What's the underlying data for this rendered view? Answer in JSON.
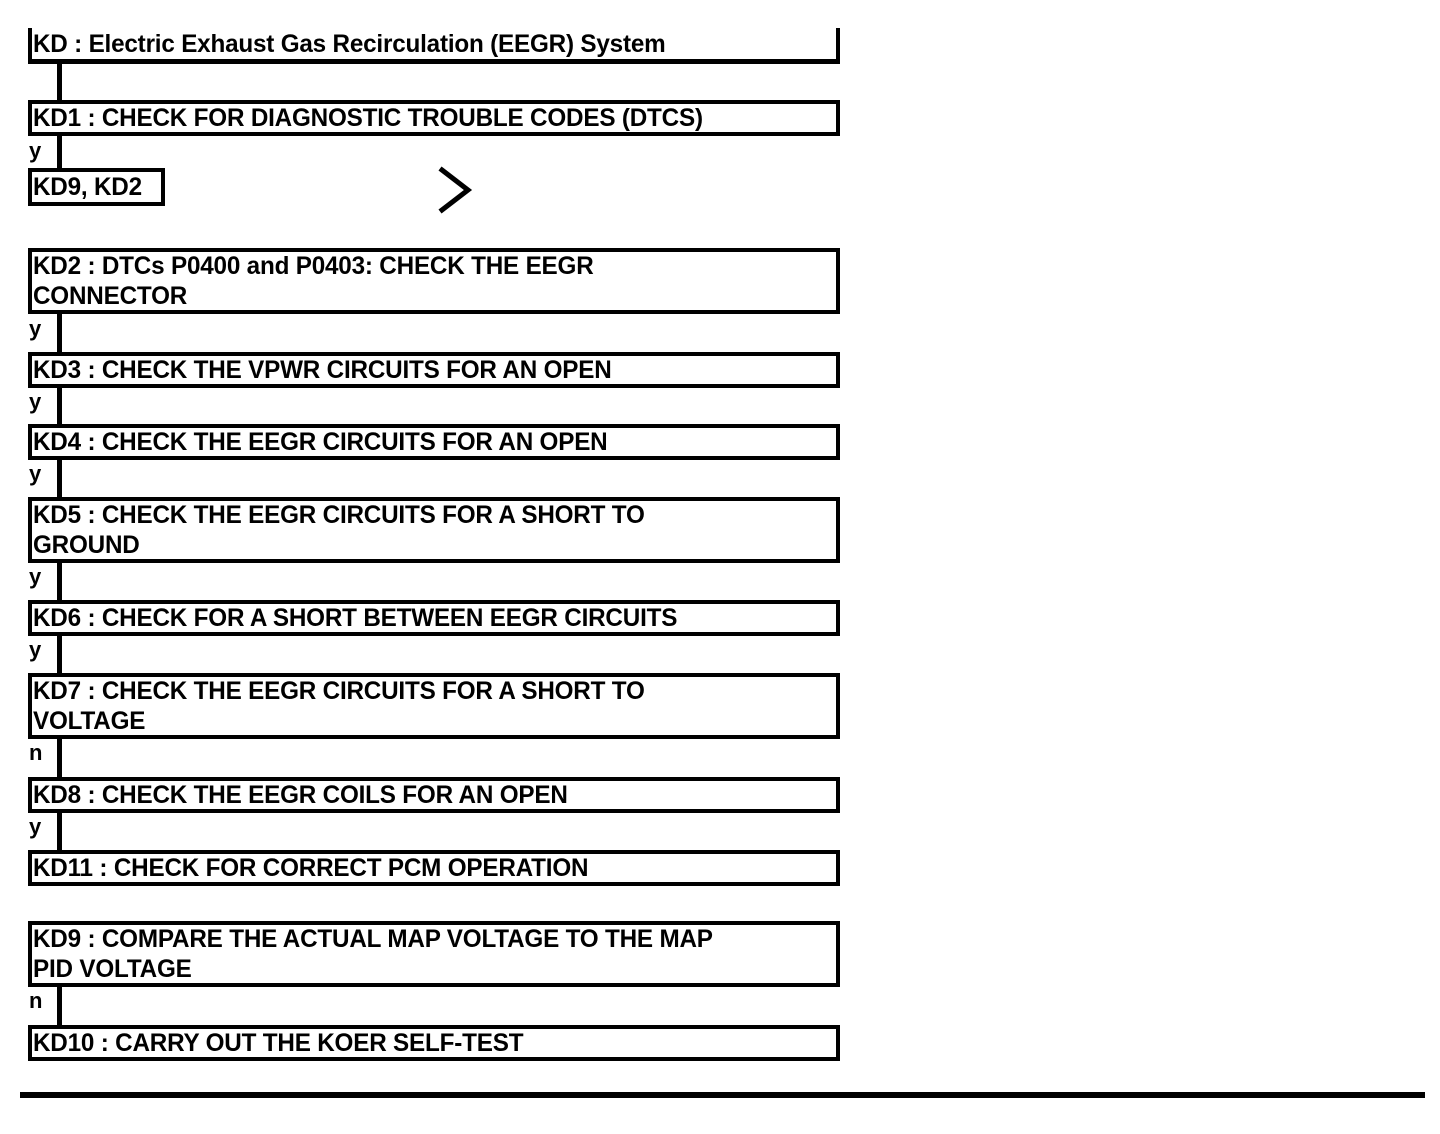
{
  "diagram": {
    "title_node": {
      "id": "KD",
      "text": "KD : Electric Exhaust Gas Recirculation (EEGR) System"
    },
    "nodes": [
      {
        "id": "KD1",
        "text": "KD1 : CHECK FOR DIAGNOSTIC TROUBLE CODES (DTCS)"
      },
      {
        "id": "KD9KD2",
        "text": "KD9, KD2"
      },
      {
        "id": "KD2",
        "text": "KD2 : DTCs P0400 and P0403: CHECK THE EEGR\nCONNECTOR"
      },
      {
        "id": "KD3",
        "text": "KD3 : CHECK THE VPWR CIRCUITS FOR AN OPEN"
      },
      {
        "id": "KD4",
        "text": "KD4 : CHECK THE EEGR CIRCUITS FOR AN OPEN"
      },
      {
        "id": "KD5",
        "text": "KD5 : CHECK THE EEGR CIRCUITS FOR A SHORT TO\nGROUND"
      },
      {
        "id": "KD6",
        "text": "KD6 : CHECK FOR A SHORT BETWEEN EEGR CIRCUITS"
      },
      {
        "id": "KD7",
        "text": "KD7 : CHECK THE EEGR CIRCUITS FOR A SHORT TO\nVOLTAGE"
      },
      {
        "id": "KD8",
        "text": "KD8 : CHECK THE EEGR COILS FOR AN OPEN"
      },
      {
        "id": "KD11",
        "text": "KD11 : CHECK FOR CORRECT PCM OPERATION"
      },
      {
        "id": "KD9",
        "text": "KD9 : COMPARE THE ACTUAL MAP VOLTAGE TO THE MAP\nPID VOLTAGE"
      },
      {
        "id": "KD10",
        "text": "KD10 : CARRY OUT THE KOER SELF-TEST"
      }
    ],
    "edges": [
      {
        "from": "KD",
        "to": "KD1",
        "label": ""
      },
      {
        "from": "KD1",
        "to": "KD9KD2",
        "label": "y"
      },
      {
        "from": "KD2",
        "to": "KD3",
        "label": "y"
      },
      {
        "from": "KD3",
        "to": "KD4",
        "label": "y"
      },
      {
        "from": "KD4",
        "to": "KD5",
        "label": "y"
      },
      {
        "from": "KD5",
        "to": "KD6",
        "label": "y"
      },
      {
        "from": "KD6",
        "to": "KD7",
        "label": "y"
      },
      {
        "from": "KD7",
        "to": "KD8",
        "label": "n"
      },
      {
        "from": "KD8",
        "to": "KD11",
        "label": "y"
      },
      {
        "from": "KD9",
        "to": "KD10",
        "label": "n"
      }
    ],
    "edge_labels": {
      "e1": "y",
      "e2": "y",
      "e3": "y",
      "e4": "y",
      "e5": "y",
      "e6": "y",
      "e7": "n",
      "e8": "y",
      "e9": "n"
    },
    "glyphs": {
      "chevron": "chevron-right"
    },
    "colors": {
      "stroke": "#000000",
      "background": "#ffffff",
      "text": "#000000"
    }
  }
}
